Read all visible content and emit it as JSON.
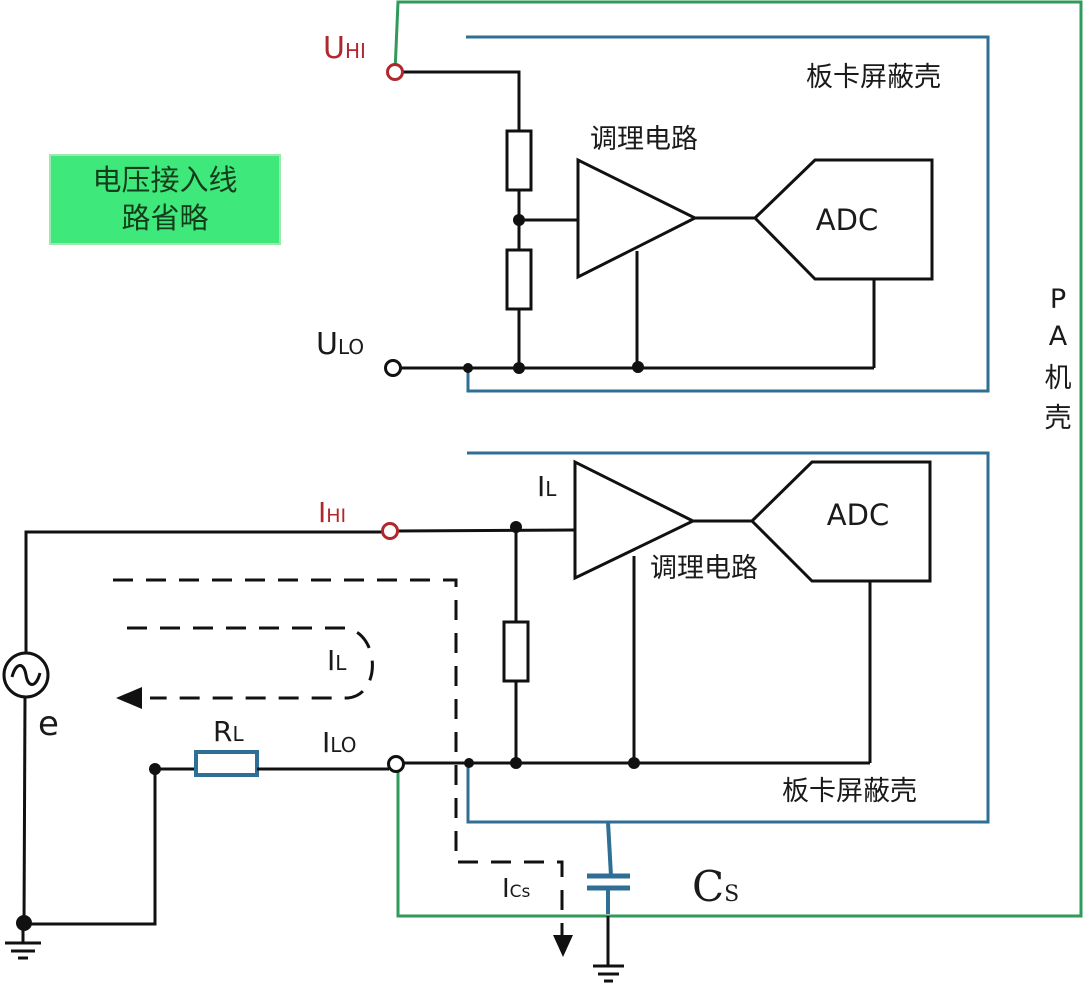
{
  "diagram": {
    "colors": {
      "wire": "#111111",
      "board_shield": "#2f6e95",
      "pa_chassis": "#2f9a5a",
      "terminal_high": "#b0282c",
      "note_fill": "#3ee87a"
    },
    "note_box": {
      "line1": "电压接入线",
      "line2": "路省略"
    },
    "voltage_channel": {
      "terminal_high": {
        "main": "U",
        "sub": "HI"
      },
      "terminal_low": {
        "main": "U",
        "sub": "LO"
      },
      "conditioning_label": "调理电路",
      "adc_label": "ADC",
      "shield_label": "板卡屏蔽壳"
    },
    "current_channel": {
      "terminal_high": {
        "main": "I",
        "sub": "HI"
      },
      "terminal_low": {
        "main": "I",
        "sub": "LO"
      },
      "input_current": {
        "main": "I",
        "sub": "L"
      },
      "conditioning_label": "调理电路",
      "adc_label": "ADC",
      "shield_label": "板卡屏蔽壳"
    },
    "chassis_label": [
      "P",
      "A",
      "机",
      "壳"
    ],
    "external": {
      "source_label": "e",
      "load_resistor": {
        "main": "R",
        "sub": "L"
      },
      "loop_current": {
        "main": "I",
        "sub": "L"
      },
      "leak_current": {
        "main": "I",
        "sub": "Cs"
      },
      "stray_capacitor": {
        "main": "C",
        "sub": "S"
      }
    }
  }
}
